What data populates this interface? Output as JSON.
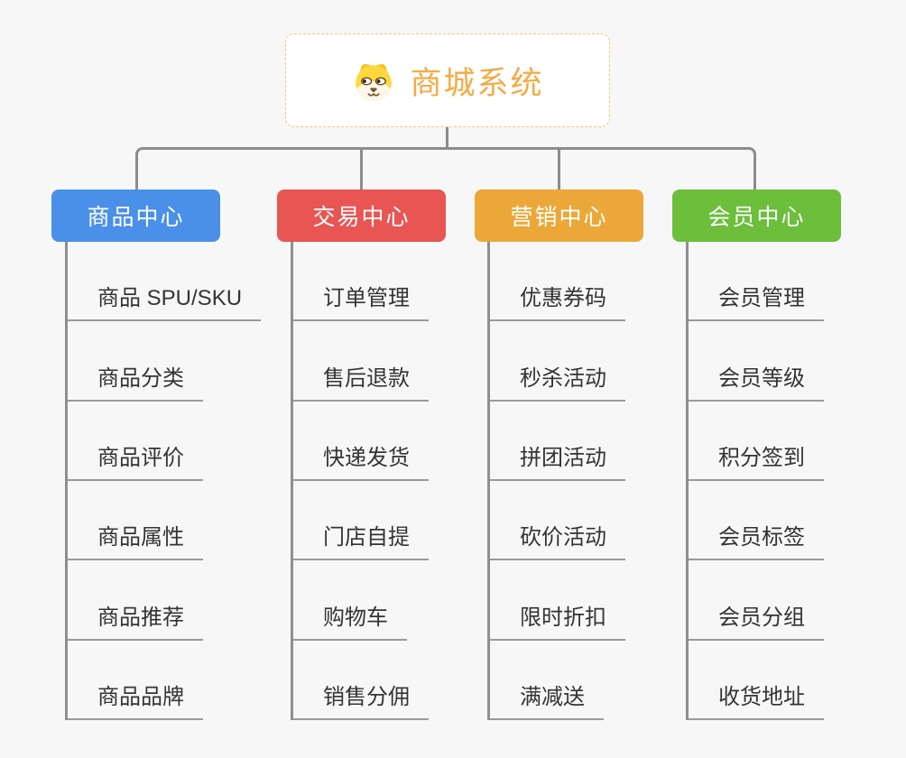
{
  "page": {
    "background_color": "#f7f7f7",
    "connector_color": "#8c8c8c"
  },
  "root": {
    "title": "商城系统",
    "title_color": "#f3ab47",
    "border_color": "#f2c479",
    "icon": "dog-face-icon"
  },
  "branches": [
    {
      "label": "商品中心",
      "color": "#4b90e8",
      "children": [
        "商品 SPU/SKU",
        "商品分类",
        "商品评价",
        "商品属性",
        "商品推荐",
        "商品品牌"
      ]
    },
    {
      "label": "交易中心",
      "color": "#e85654",
      "children": [
        "订单管理",
        "售后退款",
        "快递发货",
        "门店自提",
        "购物车",
        "销售分佣"
      ]
    },
    {
      "label": "营销中心",
      "color": "#eba838",
      "children": [
        "优惠券码",
        "秒杀活动",
        "拼团活动",
        "砍价活动",
        "限时折扣",
        "满减送"
      ]
    },
    {
      "label": "会员中心",
      "color": "#6cbe3b",
      "children": [
        "会员管理",
        "会员等级",
        "积分签到",
        "会员标签",
        "会员分组",
        "收货地址"
      ]
    }
  ]
}
